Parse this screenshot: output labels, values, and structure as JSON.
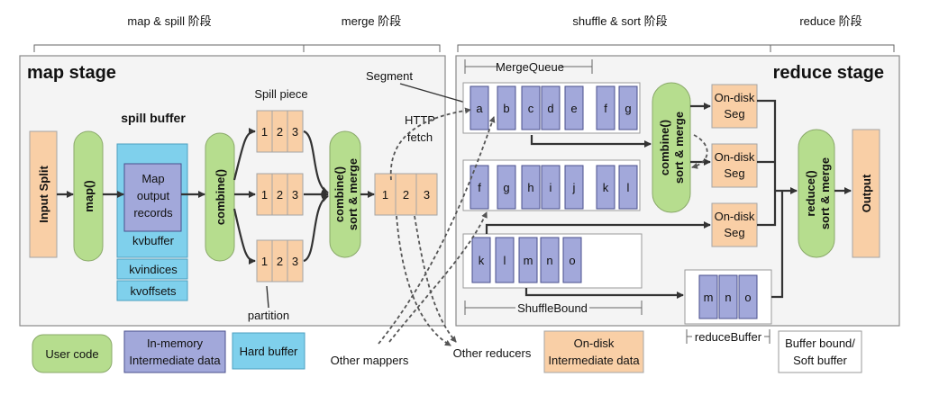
{
  "phases": {
    "map_spill": "map & spill 阶段",
    "merge": "merge 阶段",
    "shuffle_sort": "shuffle & sort 阶段",
    "reduce": "reduce 阶段"
  },
  "map_stage": {
    "title": "map stage",
    "input_split": "Input Split",
    "map": "map()",
    "spill_buffer_label": "spill buffer",
    "map_output": [
      "Map",
      "output",
      "records"
    ],
    "kvbuffer": "kvbuffer",
    "kvindices": "kvindices",
    "kvoffsets": "kvoffsets",
    "combine": "combine()",
    "spill_piece": "Spill piece",
    "piece_cells": [
      "1",
      "2",
      "3"
    ],
    "partition": "partition",
    "combine_sort_merge": [
      "combine()",
      "sort & merge"
    ],
    "segment": "Segment",
    "http_fetch": [
      "HTTP",
      "fetch"
    ]
  },
  "reduce_stage": {
    "title": "reduce stage",
    "merge_queue": "MergeQueue",
    "row1": [
      "a",
      "b",
      "c",
      "d",
      "e",
      "f",
      "g"
    ],
    "row2": [
      "f",
      "g",
      "h",
      "i",
      "j",
      "k",
      "l"
    ],
    "row3": [
      "k",
      "l",
      "m",
      "n",
      "o"
    ],
    "shuffle_bound": "ShuffleBound",
    "combine_sort_merge": [
      "combine()",
      "sort & merge"
    ],
    "ondisk_seg": [
      "On-disk",
      "Seg"
    ],
    "reduce_sort_merge": [
      "reduce()",
      "sort & merge"
    ],
    "output": "Output",
    "reduce_buffer_cells": [
      "m",
      "n",
      "o"
    ],
    "reduce_buffer": "reduceBuffer"
  },
  "bottom": {
    "other_mappers": "Other mappers",
    "other_reducers": "Other reducers"
  },
  "legend": {
    "user_code": "User code",
    "in_memory": [
      "In-memory",
      "Intermediate data"
    ],
    "hard_buffer": "Hard buffer",
    "on_disk": [
      "On-disk",
      "Intermediate data"
    ],
    "buffer_bound": [
      "Buffer bound/",
      "Soft buffer"
    ]
  },
  "colors": {
    "user_code": "#b6dd8e",
    "in_memory": "#a2a8da",
    "hard_buffer": "#7fd0ec",
    "on_disk": "#f9cfa6",
    "stage_bg": "#f4f4f4"
  }
}
